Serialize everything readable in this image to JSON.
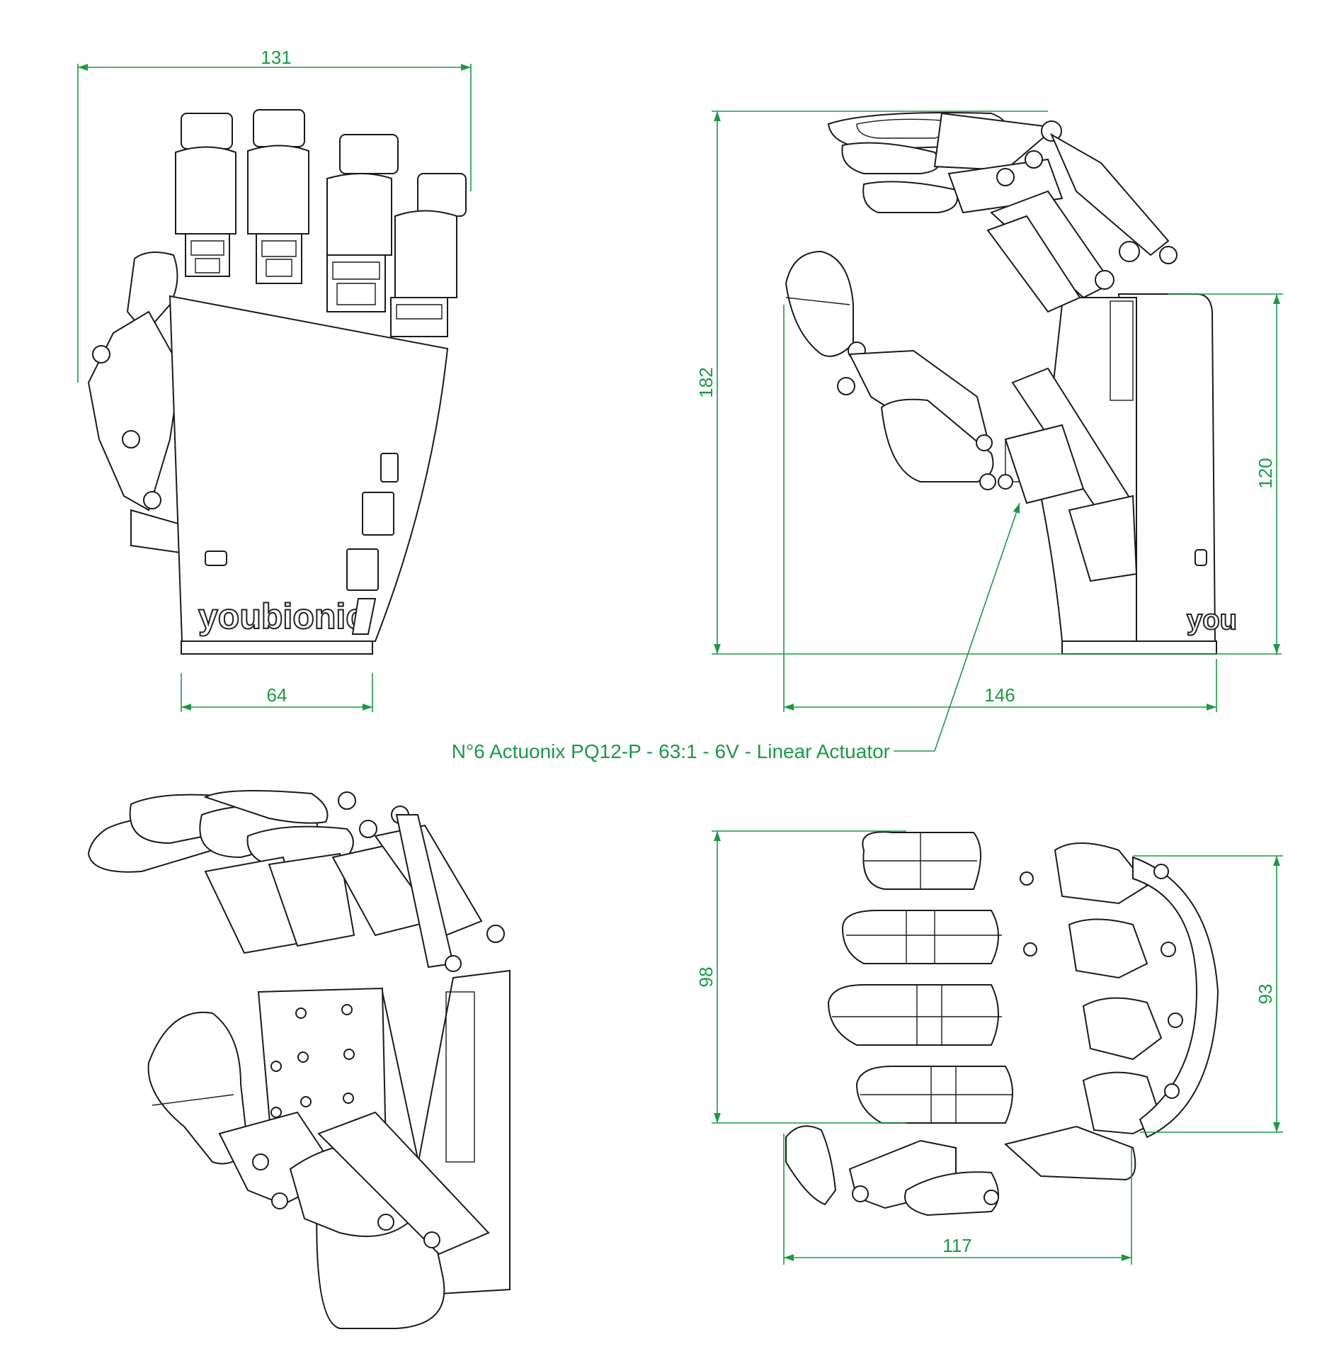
{
  "dimensions": {
    "front_width_top": "131",
    "front_width_base": "64",
    "side_height_total": "182",
    "side_height_palm": "120",
    "side_depth": "146",
    "top_width": "98",
    "top_width_inner": "93",
    "top_depth": "117"
  },
  "callout": {
    "actuator_note": "N°6 Actuonix PQ12-P - 63:1 - 6V - Linear Actuator"
  },
  "branding": {
    "logo_front": "youbionic",
    "logo_side": "you"
  },
  "colors": {
    "dimension": "#1a9a46",
    "linework": "#1a1a1a",
    "background": "#ffffff"
  }
}
